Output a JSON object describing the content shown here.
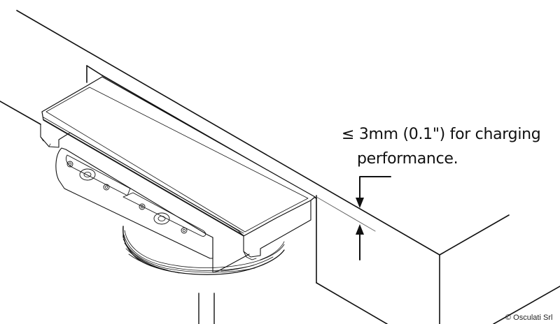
{
  "diagram": {
    "annotation": {
      "line1": "≤ 3mm (0.1\") for charging",
      "line2": "performance."
    },
    "copyright": "© Osculati Srl",
    "colors": {
      "line": "#111111",
      "thin_line": "#555555",
      "background": "#ffffff"
    }
  }
}
